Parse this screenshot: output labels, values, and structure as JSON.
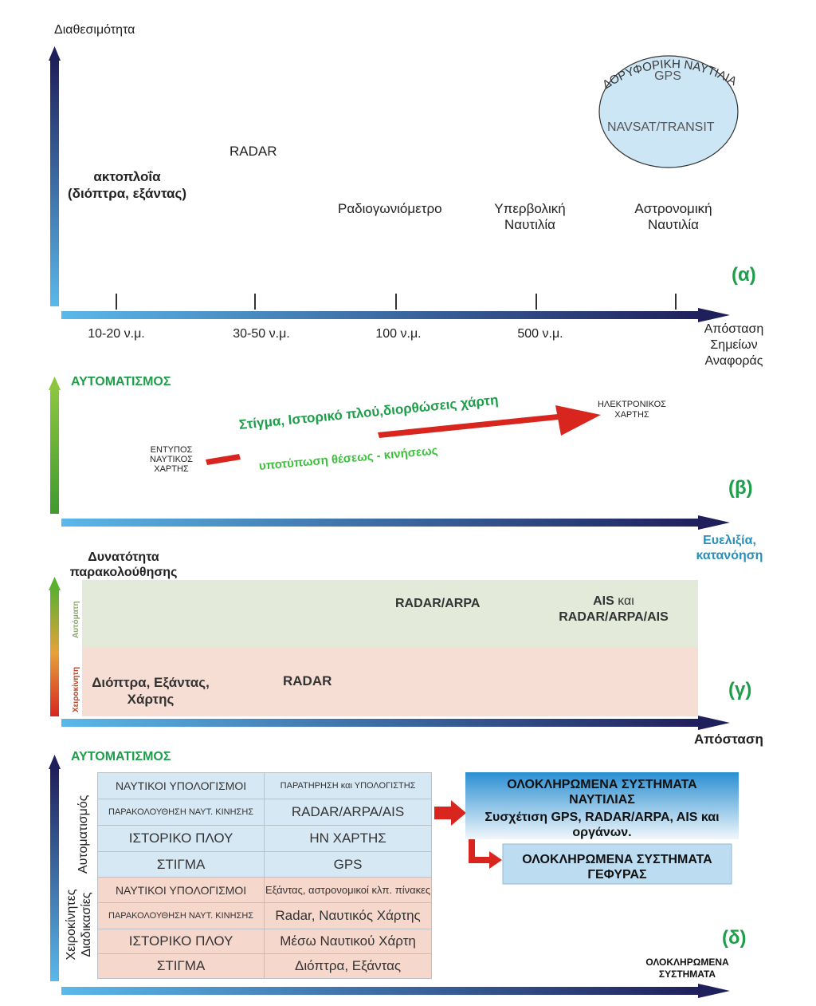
{
  "panel_a": {
    "y_label": "Διαθεσιμότητα",
    "x_label_lines": [
      "Απόσταση",
      "Σημείων",
      "Αναφοράς"
    ],
    "tag": "(α)",
    "ticks": [
      "10-20 ν.μ.",
      "30-50 ν.μ.",
      "100 ν.μ.",
      "500 ν.μ."
    ],
    "coastal_lines": [
      "ακτοπλοΐα",
      "(διόπτρα, εξάντας)"
    ],
    "radar": "RADAR",
    "radio_dir": "Ραδιογωνιόμετρο",
    "hyperbolic_lines": [
      "Υπερβολική",
      "Ναυτιλία"
    ],
    "astro_lines": [
      "Αστρονομική",
      "Ναυτιλία"
    ],
    "sat_arc": "ΔΟΡΥΦΟΡΙΚΗ ΝΑΥΤΙΛΙΑ",
    "sat_gps": "GPS",
    "sat_navsat": "NAVSAT/TRANSIT"
  },
  "panel_b": {
    "y_label": "ΑΥΤΟΜΑΤΙΣΜΟΣ",
    "x_label_lines": [
      "Ευελιξία,",
      "κατανόηση"
    ],
    "tag": "(β)",
    "printed_lines": [
      "ΕΝΤΥΠΟΣ",
      "ΝΑΥΤΙΚΟΣ",
      "ΧΑΡΤΗΣ"
    ],
    "electronic_lines": [
      "ΗΛΕΚΤΡΟΝΙΚΟΣ",
      "ΧΑΡΤΗΣ"
    ],
    "upper_text": "Στίγμα, Ιστορικό πλού,διορθώσεις χάρτη",
    "lower_text": "υποτύπωση θέσεως - κινήσεως"
  },
  "panel_c": {
    "y_label_lines": [
      "Δυνατότητα",
      "παρακολούθησης"
    ],
    "x_label": "Απόσταση",
    "tag": "(γ)",
    "auto_label": "Αυτόματη",
    "manual_label": "Χειροκίνητη",
    "radar_arpa": "RADAR/ARPA",
    "ais_line1_bold": "AIS",
    "ais_line1_rest": "και",
    "ais_line2": "RADAR/ARPA/AIS",
    "manual_tools_lines": [
      "Διόπτρα, Εξάντας,",
      "Χάρτης"
    ],
    "radar": "RADAR"
  },
  "panel_d": {
    "y_label": "ΑΥΤΟΜΑΤΙΣΜΟΣ",
    "x_label_lines": [
      "ΟΛΟΚΛΗΡΩΜΕΝΑ",
      "ΣΥΣΤΗΜΑΤΑ"
    ],
    "tag": "(δ)",
    "side_auto": "Αυτοματισμός",
    "side_manual_lines": [
      "Χειροκίνητες",
      "Διαδικασίες"
    ],
    "rows": [
      {
        "left": "ΝΑΥΤΙΚΟΙ ΥΠΟΛΟΓΙΣΜΟΙ",
        "right": "ΠΑΡΑΤΗΡΗΣΗ και ΥΠΟΛΟΓΙΣΤΗΣ"
      },
      {
        "left": "ΠΑΡΑΚΟΛΟΥΘΗΣΗ ΝΑΥΤ. ΚΙΝΗΣΗΣ",
        "right": "RADAR/ARPA/AIS"
      },
      {
        "left": "ΙΣΤΟΡΙΚΟ ΠΛΟΥ",
        "right": "ΗΝ ΧΑΡΤΗΣ"
      },
      {
        "left": "ΣΤΙΓΜΑ",
        "right": "GPS"
      },
      {
        "left": "ΝΑΥΤΙΚΟΙ ΥΠΟΛΟΓΙΣΜΟΙ",
        "right": "Εξάντας, αστρονομικοί κλπ. πίνακες"
      },
      {
        "left": "ΠΑΡΑΚΟΛΟΥΘΗΣΗ ΝΑΥΤ. ΚΙΝΗΣΗΣ",
        "right": "Radar, Ναυτικός Χάρτης"
      },
      {
        "left": "ΙΣΤΟΡΙΚΟ ΠΛΟΥ",
        "right": "Μέσω Ναυτικού Χάρτη"
      },
      {
        "left": "ΣΤΙΓΜΑ",
        "right": "Διόπτρα, Εξάντας"
      }
    ],
    "ins_title_lines": [
      "ΟΛΟΚΛΗΡΩΜΕΝΑ ΣΥΣΤΗΜΑΤΑ",
      "ΝΑΥΤΙΛΙΑΣ"
    ],
    "ins_body_lines": [
      "Συσχέτιση GPS, RADAR/ARPA, AIS και",
      "οργάνων."
    ],
    "ibs_lines": [
      "ΟΛΟΚΛΗΡΩΜΕΝΑ ΣΥΣΤΗΜΑΤΑ",
      "ΓΕΦΥΡΑΣ"
    ]
  },
  "colors": {
    "axis_dark": "#1f1f5c",
    "axis_light": "#56b4e9",
    "green_bar": "#3f9a2e",
    "green_text": "#1e9e4a",
    "red_arrow": "#d8261f",
    "auto_band": "#e3ead9",
    "manual_band": "#f7ded4",
    "ins_box_top": "#2a8fd2",
    "ins_box_bottom": "#f1f7fb",
    "ibs_box": "#bcdcf2"
  }
}
